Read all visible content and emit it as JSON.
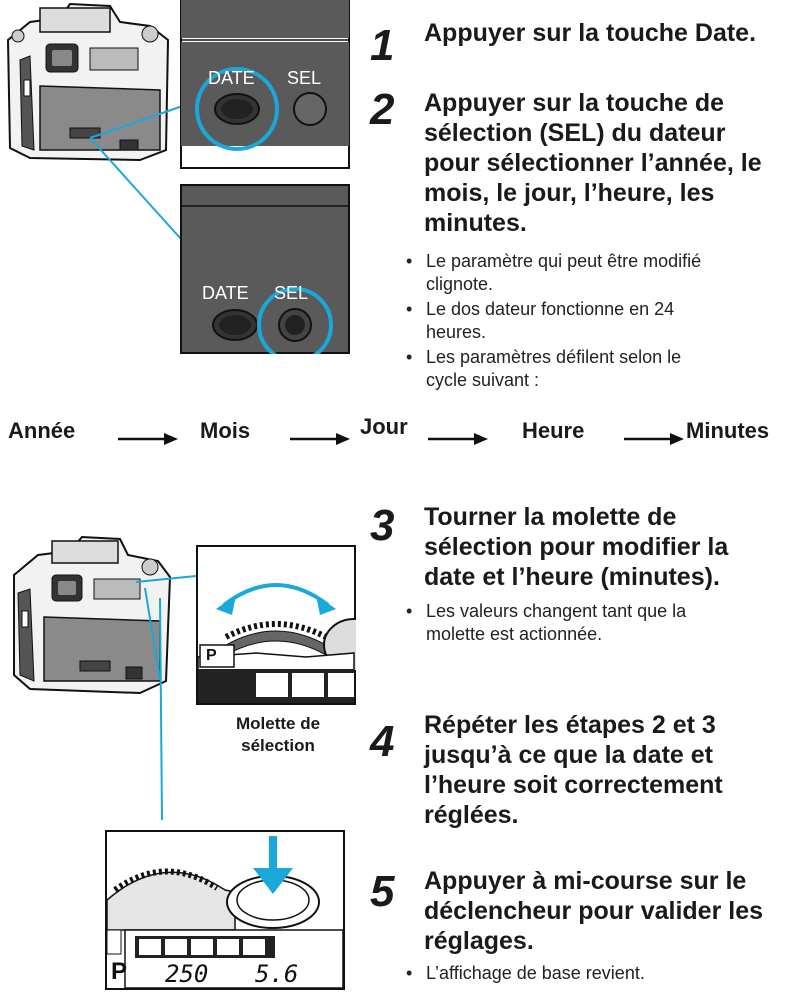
{
  "steps": [
    {
      "number": "1",
      "title": "Appuyer sur la touche Date.",
      "bullets": []
    },
    {
      "number": "2",
      "title": "Appuyer sur la touche de sélection (SEL) du dateur pour sélectionner l’année, le mois, le jour, l’heure, les minutes.",
      "title_lines": [
        "Appuyer sur la touche de",
        "sélection (SEL) du dateur",
        "pour sélectionner l’année, le",
        "mois, le jour, l’heure, les",
        "minutes."
      ],
      "bullets": [
        [
          "Le paramètre qui peut être modifié",
          "clignote."
        ],
        [
          "Le dos dateur fonctionne en 24",
          "heures."
        ],
        [
          "Les paramètres défilent selon le",
          "cycle suivant :"
        ]
      ]
    },
    {
      "number": "3",
      "title_lines": [
        "Tourner la molette de",
        "sélection pour modifier la",
        "date et l’heure (minutes)."
      ],
      "bullets": [
        [
          "Les valeurs changent tant que la",
          "molette est actionnée."
        ]
      ]
    },
    {
      "number": "4",
      "title_lines": [
        "Répéter les étapes 2 et 3",
        "jusqu’à ce que la date et",
        "l’heure soit correctement",
        "réglées."
      ],
      "bullets": []
    },
    {
      "number": "5",
      "title_lines": [
        "Appuyer à mi-course sur le",
        "déclencheur pour valider les",
        "réglages."
      ],
      "bullets": [
        [
          "L’affichage de base revient."
        ]
      ]
    }
  ],
  "cycle": [
    "Année",
    "Mois",
    "Jour",
    "Heure",
    "Minutes"
  ],
  "panels": {
    "date_label": "DATE",
    "sel_label": "SEL"
  },
  "caption_lines": [
    "Molette de",
    "sélection"
  ],
  "lcd": {
    "shutter": "250",
    "aperture": "5.6",
    "mode": "P"
  },
  "dial_mode": "P",
  "colors": {
    "accent": "#1aa7d9",
    "panel": "#5a5a5a",
    "text": "#1a1a1a"
  }
}
